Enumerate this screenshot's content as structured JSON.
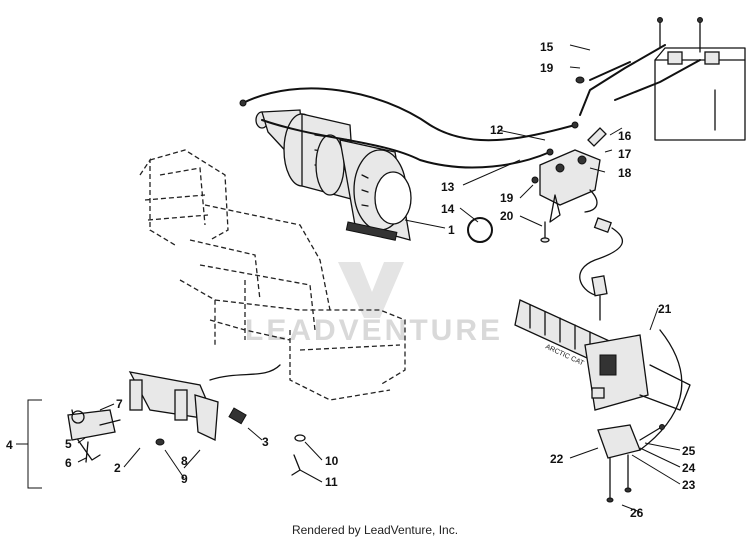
{
  "diagram": {
    "credit": "Rendered by LeadVenture, Inc.",
    "watermark": "LEADVENTURE",
    "parts": [
      {
        "id": "p1",
        "label": "1"
      },
      {
        "id": "p2",
        "label": "2"
      },
      {
        "id": "p3",
        "label": "3"
      },
      {
        "id": "p4",
        "label": "4"
      },
      {
        "id": "p5",
        "label": "5"
      },
      {
        "id": "p6",
        "label": "6"
      },
      {
        "id": "p7",
        "label": "7"
      },
      {
        "id": "p8",
        "label": "8"
      },
      {
        "id": "p9",
        "label": "9"
      },
      {
        "id": "p10",
        "label": "10"
      },
      {
        "id": "p11",
        "label": "11"
      },
      {
        "id": "p12",
        "label": "12"
      },
      {
        "id": "p13",
        "label": "13"
      },
      {
        "id": "p14",
        "label": "14"
      },
      {
        "id": "p15",
        "label": "15"
      },
      {
        "id": "p16",
        "label": "16"
      },
      {
        "id": "p17",
        "label": "17"
      },
      {
        "id": "p18",
        "label": "18"
      },
      {
        "id": "p19a",
        "label": "19"
      },
      {
        "id": "p19b",
        "label": "19"
      },
      {
        "id": "p20",
        "label": "20"
      },
      {
        "id": "p21",
        "label": "21"
      },
      {
        "id": "p22",
        "label": "22"
      },
      {
        "id": "p23",
        "label": "23"
      },
      {
        "id": "p24",
        "label": "24"
      },
      {
        "id": "p25",
        "label": "25"
      },
      {
        "id": "p26",
        "label": "26"
      }
    ],
    "handlebar_decal": "ARCTIC CAT"
  }
}
